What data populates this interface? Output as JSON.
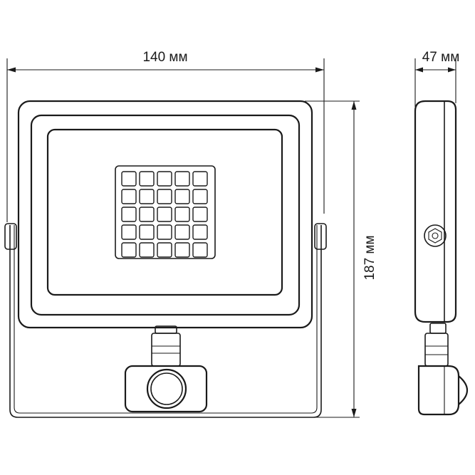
{
  "dimensions": {
    "width_label": "140 мм",
    "height_label": "187 мм",
    "depth_label": "47 мм"
  },
  "led_matrix": {
    "rows": 5,
    "cols": 5
  },
  "colors": {
    "line": "#1a1a1a",
    "background": "#ffffff"
  }
}
